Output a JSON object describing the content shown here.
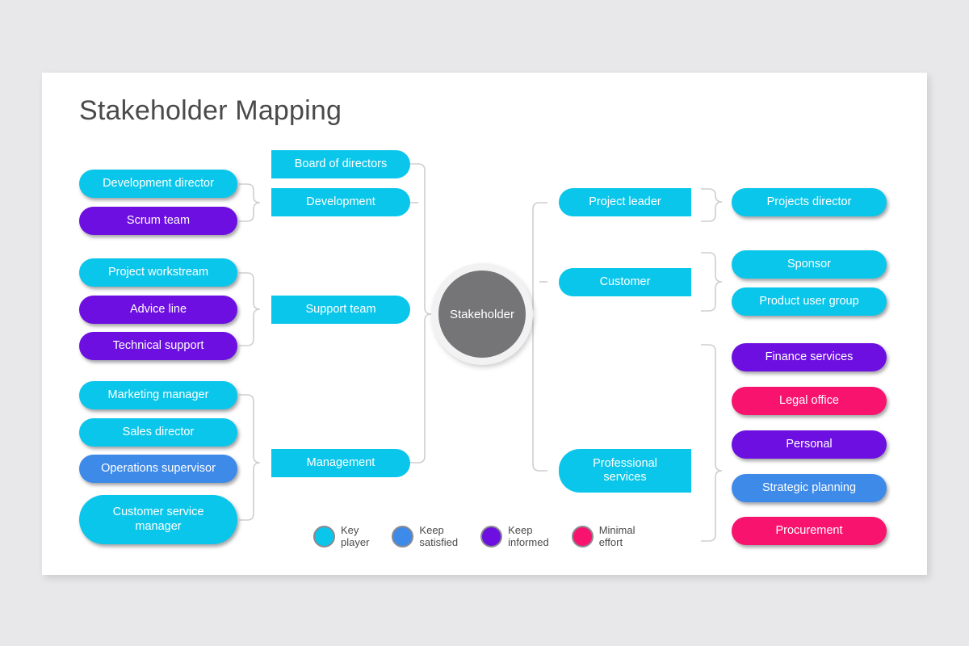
{
  "slide": {
    "title": "Stakeholder Mapping",
    "background": "#e8e8ea",
    "card_background": "#ffffff"
  },
  "center": {
    "label": "Stakeholder",
    "fill": "#757578",
    "ring": "#f2f2f3"
  },
  "palette": {
    "key_player": "#0ac6ea",
    "keep_satisfied": "#3e8ae8",
    "keep_informed": "#6d0fe0",
    "minimal_effort": "#f8146e"
  },
  "left_branches": [
    {
      "group": "development",
      "hub": {
        "label": "Board of directors",
        "category": "key_player"
      },
      "hub2": {
        "label": "Development",
        "category": "key_player"
      },
      "leaves": [
        {
          "label": "Development director",
          "category": "key_player"
        },
        {
          "label": "Scrum team",
          "category": "keep_informed"
        }
      ]
    },
    {
      "group": "support",
      "hub": {
        "label": "Support team",
        "category": "key_player"
      },
      "leaves": [
        {
          "label": "Project workstream",
          "category": "key_player"
        },
        {
          "label": "Advice line",
          "category": "keep_informed"
        },
        {
          "label": "Technical support",
          "category": "keep_informed"
        }
      ]
    },
    {
      "group": "management",
      "hub": {
        "label": "Management",
        "category": "key_player"
      },
      "leaves": [
        {
          "label": "Marketing manager",
          "category": "key_player"
        },
        {
          "label": "Sales director",
          "category": "key_player"
        },
        {
          "label": "Operations supervisor",
          "category": "keep_satisfied"
        },
        {
          "label": "Customer service\nmanager",
          "category": "key_player"
        }
      ]
    }
  ],
  "right_branches": [
    {
      "group": "project-leader",
      "hub": {
        "label": "Project leader",
        "category": "key_player"
      },
      "leaves": [
        {
          "label": "Projects director",
          "category": "key_player"
        }
      ]
    },
    {
      "group": "customer",
      "hub": {
        "label": "Customer",
        "category": "key_player"
      },
      "leaves": [
        {
          "label": "Sponsor",
          "category": "key_player"
        },
        {
          "label": "Product user group",
          "category": "key_player"
        }
      ]
    },
    {
      "group": "professional-services",
      "hub": {
        "label": "Professional\nservices",
        "category": "key_player"
      },
      "leaves": [
        {
          "label": "Finance services",
          "category": "keep_informed"
        },
        {
          "label": "Legal office",
          "category": "minimal_effort"
        },
        {
          "label": "Personal",
          "category": "keep_informed"
        },
        {
          "label": "Strategic planning",
          "category": "keep_satisfied"
        },
        {
          "label": "Procurement",
          "category": "minimal_effort"
        }
      ]
    }
  ],
  "legend": {
    "items": [
      {
        "label": "Key\nplayer",
        "color": "#0ac6ea"
      },
      {
        "label": "Keep\nsatisfied",
        "color": "#3e8ae8"
      },
      {
        "label": "Keep\ninformed",
        "color": "#6d0fe0"
      },
      {
        "label": "Minimal\neffort",
        "color": "#f8146e"
      }
    ]
  }
}
